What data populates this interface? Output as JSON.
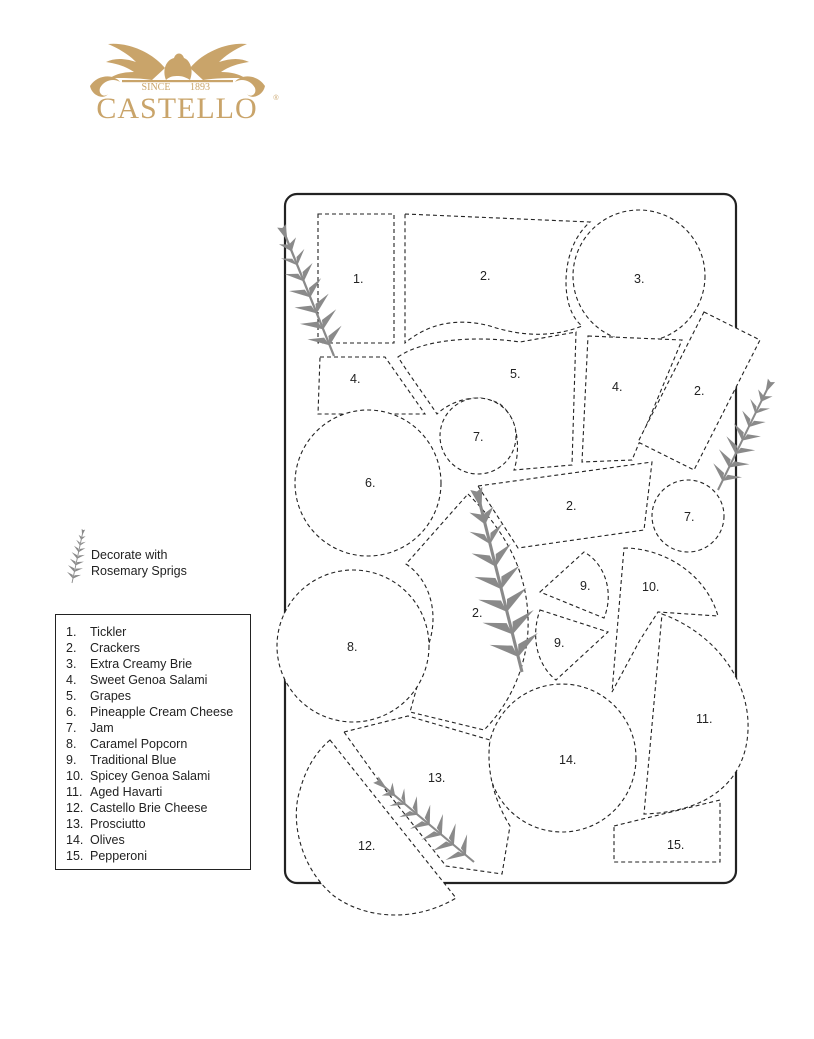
{
  "logo": {
    "brand": "CASTELLO",
    "since": "SINCE",
    "year": "1893",
    "reg": "®"
  },
  "decoration": {
    "line1": "Decorate with",
    "line2": "Rosemary Sprigs",
    "icon": "rosemary-sprig-icon"
  },
  "legend": [
    {
      "n": "1.",
      "label": "Tickler"
    },
    {
      "n": "2.",
      "label": "Crackers"
    },
    {
      "n": "3.",
      "label": "Extra Creamy Brie"
    },
    {
      "n": "4.",
      "label": "Sweet Genoa Salami"
    },
    {
      "n": "5.",
      "label": "Grapes"
    },
    {
      "n": "6.",
      "label": "Pineapple Cream Cheese"
    },
    {
      "n": "7.",
      "label": "Jam"
    },
    {
      "n": "8.",
      "label": "Caramel Popcorn"
    },
    {
      "n": "9.",
      "label": "Traditional Blue"
    },
    {
      "n": "10.",
      "label": "Spicey Genoa Salami"
    },
    {
      "n": "11.",
      "label": "Aged Havarti"
    },
    {
      "n": "12.",
      "label": "Castello Brie Cheese"
    },
    {
      "n": "13.",
      "label": "Prosciutto"
    },
    {
      "n": "14.",
      "label": "Olives"
    },
    {
      "n": "15.",
      "label": "Pepperoni"
    }
  ],
  "zones": [
    {
      "id": "z1",
      "label": "1."
    },
    {
      "id": "z2a",
      "label": "2."
    },
    {
      "id": "z3",
      "label": "3."
    },
    {
      "id": "z4a",
      "label": "4."
    },
    {
      "id": "z5",
      "label": "5."
    },
    {
      "id": "z4b",
      "label": "4."
    },
    {
      "id": "z2b",
      "label": "2."
    },
    {
      "id": "z7a",
      "label": "7."
    },
    {
      "id": "z6",
      "label": "6."
    },
    {
      "id": "z2c",
      "label": "2."
    },
    {
      "id": "z7b",
      "label": "7."
    },
    {
      "id": "z9a",
      "label": "9."
    },
    {
      "id": "z10",
      "label": "10."
    },
    {
      "id": "z2d",
      "label": "2."
    },
    {
      "id": "z8",
      "label": "8."
    },
    {
      "id": "z9b",
      "label": "9."
    },
    {
      "id": "z11",
      "label": "11."
    },
    {
      "id": "z14",
      "label": "14."
    },
    {
      "id": "z13",
      "label": "13."
    },
    {
      "id": "z12",
      "label": "12."
    },
    {
      "id": "z15",
      "label": "15."
    }
  ],
  "colors": {
    "logo_gold": "#C9A46A",
    "sprig_gray": "#8a8a8a",
    "line": "#222222"
  }
}
